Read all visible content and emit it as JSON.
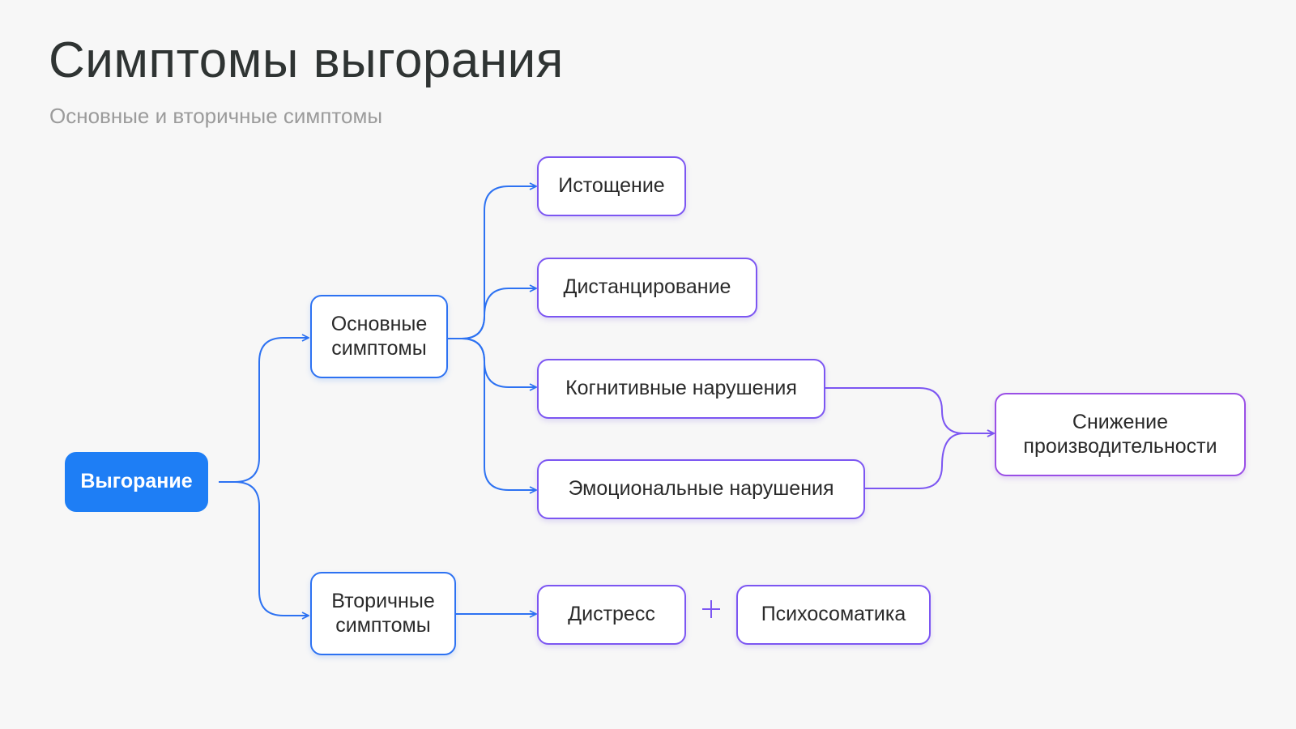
{
  "header": {
    "title": "Симптомы выгорания",
    "subtitle": "Основные и вторичные симптомы"
  },
  "nodes": {
    "root": "Выгорание",
    "primary": {
      "line1": "Основные",
      "line2": "симптомы"
    },
    "secondary": {
      "line1": "Вторичные",
      "line2": "симптомы"
    },
    "exhaustion": "Истощение",
    "distancing": "Дистанцирование",
    "cognitive": "Когнитивные нарушения",
    "emotional": "Эмоциональные нарушения",
    "performance": {
      "line1": "Снижение",
      "line2": "производительности"
    },
    "distress": "Дистресс",
    "psychosomatics": "Психосоматика"
  },
  "colors": {
    "background": "#f7f7f7",
    "root_fill": "#1e7ef5",
    "blue_link": "#2d72f2",
    "purple_link": "#7c56f2",
    "violet_border": "#9a4fe6",
    "title": "#2f3433",
    "subtitle": "#9b9b9b"
  }
}
